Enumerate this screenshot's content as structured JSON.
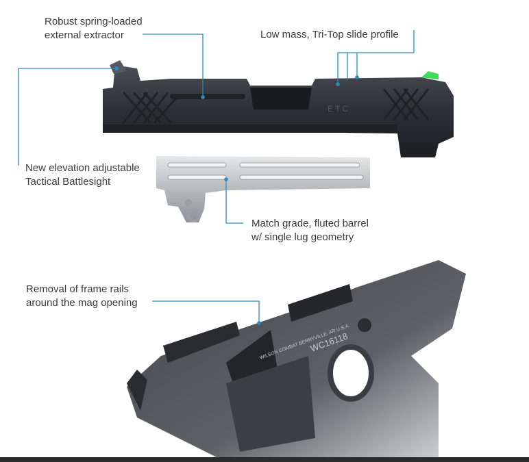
{
  "callouts": {
    "extractor": {
      "line1": "Robust spring-loaded",
      "line2": "external extractor"
    },
    "slide_profile": {
      "line1": "Low mass, Tri-Top slide profile"
    },
    "sight": {
      "line1": "New elevation adjustable",
      "line2": "Tactical Battlesight"
    },
    "barrel": {
      "line1": "Match grade, fluted barrel",
      "line2": "w/ single lug geometry"
    },
    "frame_rails": {
      "line1": "Removal of frame rails",
      "line2": "around the mag opening"
    }
  },
  "frame_engraving": {
    "serial": "WC16118",
    "maker": "WILSON COMBAT BERRYVILLE, AR U.S.A."
  },
  "colors": {
    "callout_line": "#2b8bbd",
    "slide": "#2e3136",
    "barrel": "#c9cbcd",
    "front_sight": "#3ddc5a"
  }
}
